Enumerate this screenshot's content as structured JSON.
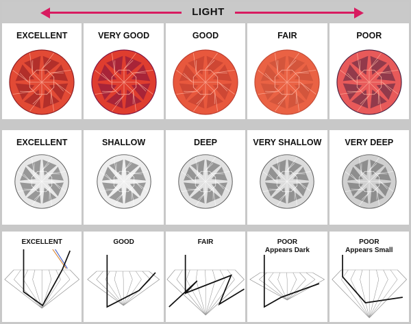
{
  "header": {
    "label": "LIGHT",
    "arrow_color": "#d81b60"
  },
  "row1": {
    "cells": [
      {
        "label": "EXCELLENT",
        "color": "#e24a35",
        "dark": "#8a1a20",
        "icon": "red-diamond-icon"
      },
      {
        "label": "VERY GOOD",
        "color": "#df3d2f",
        "dark": "#7a1040",
        "icon": "red-diamond-icon"
      },
      {
        "label": "GOOD",
        "color": "#e8583d",
        "dark": "#b83a2d",
        "icon": "red-diamond-icon"
      },
      {
        "label": "FAIR",
        "color": "#ea6244",
        "dark": "#c04a36",
        "icon": "red-diamond-icon"
      },
      {
        "label": "POOR",
        "color": "#e85a5a",
        "dark": "#4a2040",
        "icon": "red-diamond-icon"
      }
    ]
  },
  "row2": {
    "cells": [
      {
        "label": "EXCELLENT",
        "icon": "white-diamond-icon"
      },
      {
        "label": "SHALLOW",
        "icon": "white-diamond-icon"
      },
      {
        "label": "DEEP",
        "icon": "white-diamond-icon"
      },
      {
        "label": "VERY SHALLOW",
        "icon": "white-diamond-icon"
      },
      {
        "label": "VERY DEEP",
        "icon": "white-diamond-icon"
      }
    ]
  },
  "row3": {
    "cells": [
      {
        "label": "EXCELLENT",
        "sublabel": "",
        "icon": "light-path-diagram-icon"
      },
      {
        "label": "GOOD",
        "sublabel": "",
        "icon": "light-path-diagram-icon"
      },
      {
        "label": "FAIR",
        "sublabel": "",
        "icon": "light-path-diagram-icon"
      },
      {
        "label": "POOR",
        "sublabel": "Appears Dark",
        "icon": "light-path-diagram-icon"
      },
      {
        "label": "POOR",
        "sublabel": "Appears Small",
        "icon": "light-path-diagram-icon"
      }
    ]
  },
  "colors": {
    "background_band": "#c9c9c9",
    "panel": "#ffffff",
    "text": "#111111"
  }
}
